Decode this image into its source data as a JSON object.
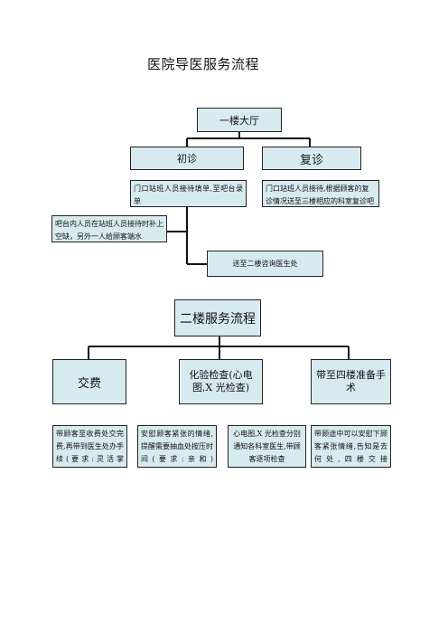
{
  "title": "医院导医服务流程",
  "section1": {
    "floor1": "一楼大厅",
    "first_visit": "初诊",
    "return_visit": "复诊",
    "first_visit_note": "门口站班人员接待填单,至吧台录单",
    "return_visit_note": "门口站班人员接待,根据顾客的复诊情况送至三楼相应的科室复诊吧台",
    "bar_note": "吧台内人员在站班人员接待时补上空缺，另外一人给顾客端水",
    "escort_note": "送至二楼咨询医生处"
  },
  "section2": {
    "floor2": "二楼服务流程",
    "payment": "交费",
    "lab_exam": "化验检查(心电图,X 光检查)",
    "to_fourth": "带至四楼准备手术",
    "payment_note": "带顾客至收费处交完费,再带到医生处办手续(要求:灵活掌",
    "lab_note_1": "安慰顾客紧张的情绪,提醒需要抽血处按压时间(要求:亲和)",
    "lab_note_2": "心电图,X 光检查分别通知各科室医生,带顾客逐项检查",
    "to_fourth_note": "带顾途中可以安慰下顾客紧张情绪,告知是去何处,四楼交接"
  }
}
